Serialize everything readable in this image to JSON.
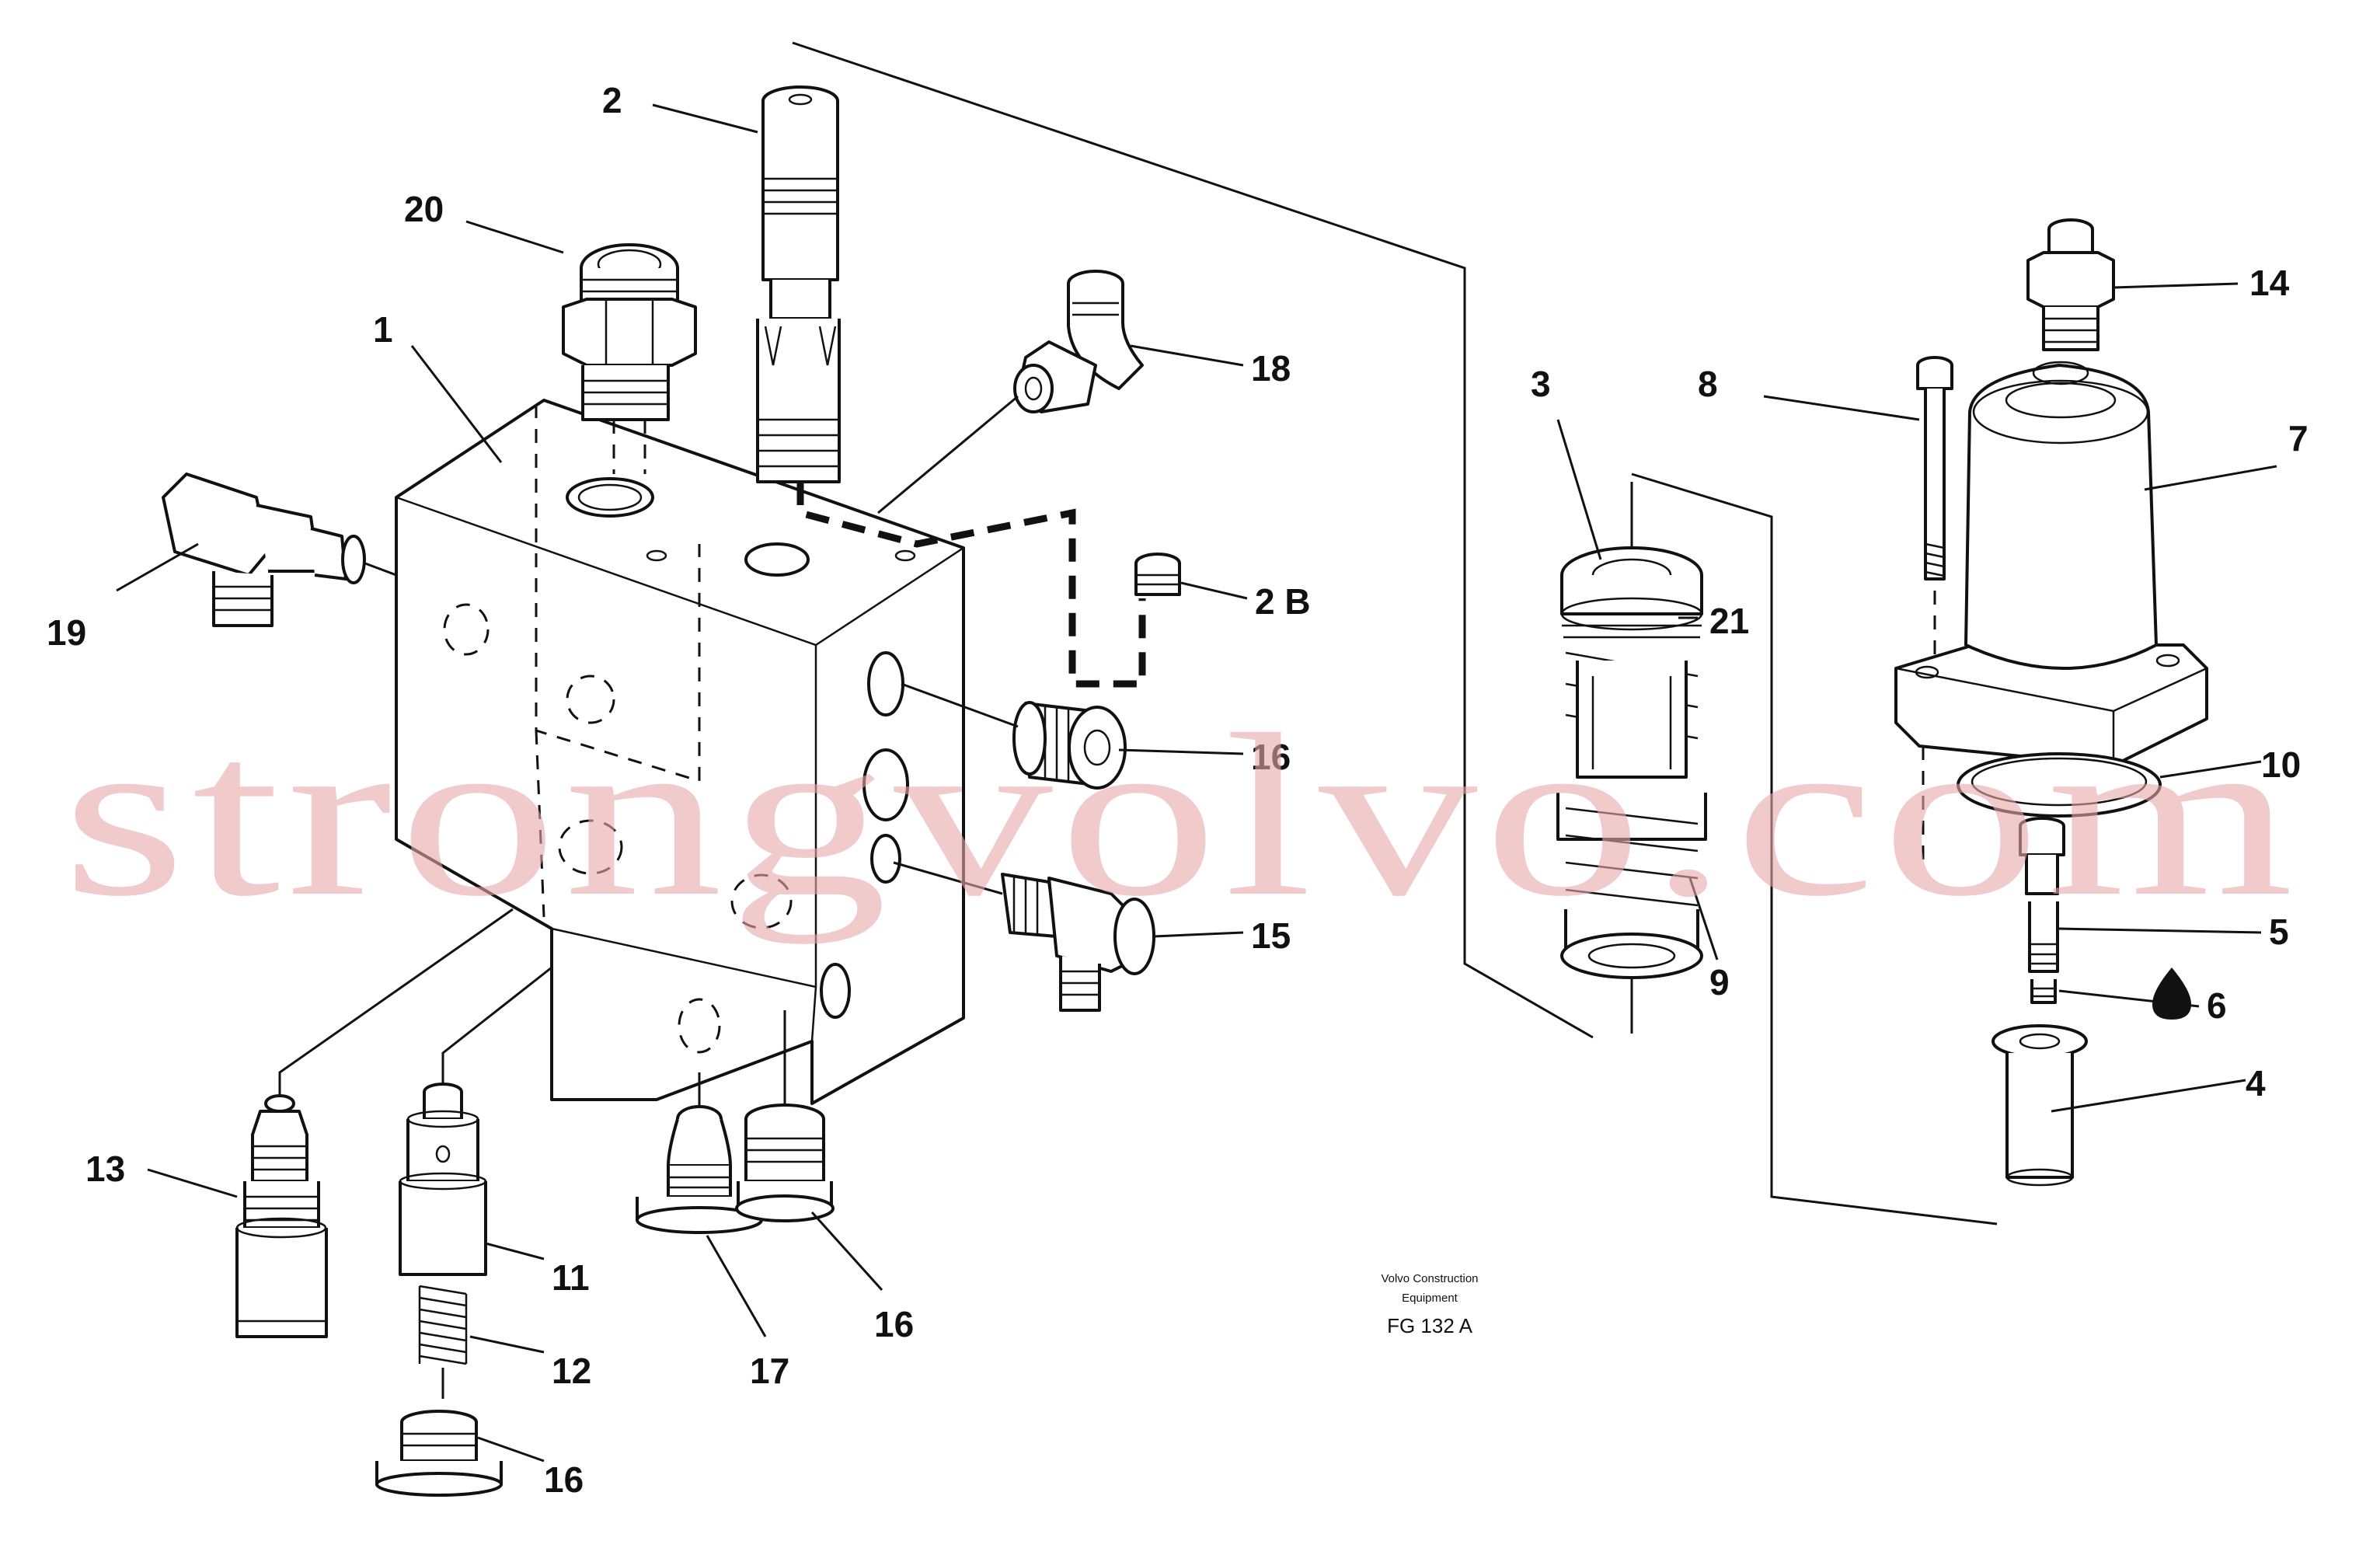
{
  "watermark": {
    "text": "strongvolvo.com",
    "color": "#e8a8aa"
  },
  "caption": {
    "line1": "Volvo Construction",
    "line2": "Equipment",
    "code": "FG 132 A"
  },
  "callouts": [
    {
      "id": "c2-top",
      "text": "2"
    },
    {
      "id": "c20",
      "text": "20"
    },
    {
      "id": "c1",
      "text": "1"
    },
    {
      "id": "c19",
      "text": "19"
    },
    {
      "id": "c18",
      "text": "18"
    },
    {
      "id": "c2b",
      "text": "2 B"
    },
    {
      "id": "c16-right",
      "text": "16"
    },
    {
      "id": "c15",
      "text": "15"
    },
    {
      "id": "c13",
      "text": "13"
    },
    {
      "id": "c11",
      "text": "11"
    },
    {
      "id": "c12",
      "text": "12"
    },
    {
      "id": "c16-bottom",
      "text": "16"
    },
    {
      "id": "c17",
      "text": "17"
    },
    {
      "id": "c16-mid",
      "text": "16"
    },
    {
      "id": "c3",
      "text": "3"
    },
    {
      "id": "c21",
      "text": "21"
    },
    {
      "id": "c9",
      "text": "9"
    },
    {
      "id": "c8",
      "text": "8"
    },
    {
      "id": "c14",
      "text": "14"
    },
    {
      "id": "c7",
      "text": "7"
    },
    {
      "id": "c10",
      "text": "10"
    },
    {
      "id": "c5",
      "text": "5"
    },
    {
      "id": "c6",
      "text": "6"
    },
    {
      "id": "c4",
      "text": "4"
    }
  ]
}
